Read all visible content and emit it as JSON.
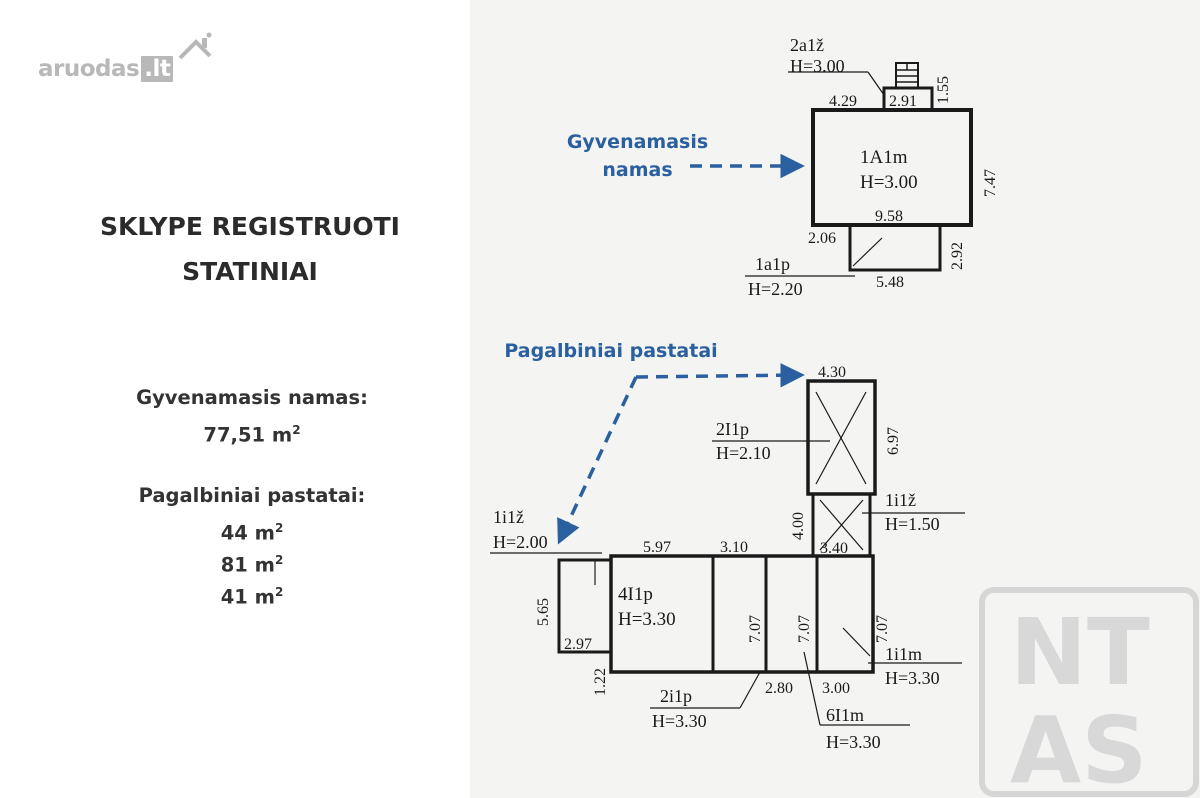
{
  "logo": {
    "name": "aruodas",
    "tld": ".lt"
  },
  "heading": {
    "line1": "SKLYPE REGISTRUOTI",
    "line2": "STATINIAI"
  },
  "summary": {
    "house_label": "Gyvenamasis namas:",
    "house_area_value": "77,51 m",
    "aux_label": "Pagalbiniai pastatai:",
    "aux_areas": [
      "44 m",
      "81 m",
      "41 m"
    ],
    "unit_sup": "2"
  },
  "annotations": {
    "house": {
      "line1": "Gyvenamasis",
      "line2": "namas"
    },
    "aux": "Pagalbiniai pastatai"
  },
  "plan": {
    "house": {
      "name": "1A1m",
      "height": "H=3.00",
      "dims": {
        "top": "4.29",
        "right": "7.47",
        "bottom": "9.58"
      }
    },
    "porch_top": {
      "name": "2a1ž",
      "height": "H=3.00",
      "width": "2.91",
      "depth": "1.55"
    },
    "porch_bottom": {
      "name": "1a1p",
      "height": "H=2.20",
      "width": "5.48",
      "left": "2.06",
      "right": "2.92"
    },
    "shed_2I1p": {
      "name": "2I1p",
      "height": "H=2.10",
      "width": "4.30",
      "depth": "6.97"
    },
    "shed_1i1z_upper": {
      "name": "1i1ž",
      "height": "H=1.50",
      "depth": "4.00",
      "width": "3.40"
    },
    "shed_1i1z_left": {
      "name": "1i1ž",
      "height": "H=2.00",
      "depth": "5.65",
      "width": "2.97",
      "extra": "1.22"
    },
    "shed_4I1p": {
      "name": "4I1p",
      "height": "H=3.30",
      "width": "5.97"
    },
    "shed_2i1p": {
      "name": "2i1p",
      "height": "H=3.30",
      "width": "3.10",
      "depth": "7.07"
    },
    "shed_6I1m": {
      "name": "6I1m",
      "height": "H=3.30",
      "width": "2.80",
      "depth": "7.07"
    },
    "shed_1i1m": {
      "name": "1i1m",
      "height": "H=3.30",
      "width": "3.00",
      "depth": "7.07"
    }
  },
  "stamp": {
    "line1": "NT",
    "line2": "AS"
  },
  "colors": {
    "accent_blue": "#2a5fa0",
    "ink": "#1a1a1a",
    "heading": "#2b2b2b",
    "watermark": "#b8b8b8"
  }
}
